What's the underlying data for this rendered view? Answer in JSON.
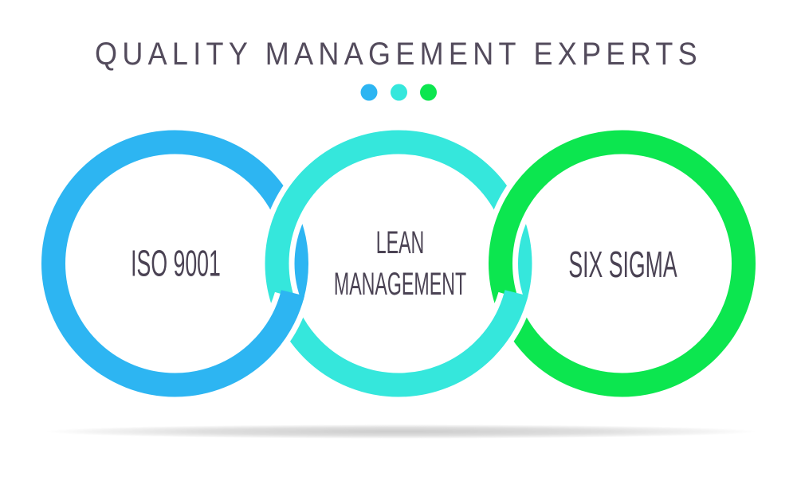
{
  "title": {
    "text": "QUALITY MANAGEMENT EXPERTS"
  },
  "decor_dots": [
    {
      "name": "blue-dot",
      "color": "#2db5f2"
    },
    {
      "name": "teal-dot",
      "color": "#35e7dc"
    },
    {
      "name": "green-dot",
      "color": "#0ce64f"
    }
  ],
  "rings": [
    {
      "id": "iso-9001",
      "label": "ISO 9001",
      "color": "#2db5f2"
    },
    {
      "id": "lean-management",
      "label_lines": [
        "LEAN",
        "MANAGEMENT"
      ],
      "color": "#35e7dc"
    },
    {
      "id": "six-sigma",
      "label": "SIX SIGMA",
      "color": "#0ce64f"
    }
  ],
  "colors": {
    "title_text": "#534b5c",
    "label_text": "#4a4253",
    "background": "#ffffff"
  }
}
